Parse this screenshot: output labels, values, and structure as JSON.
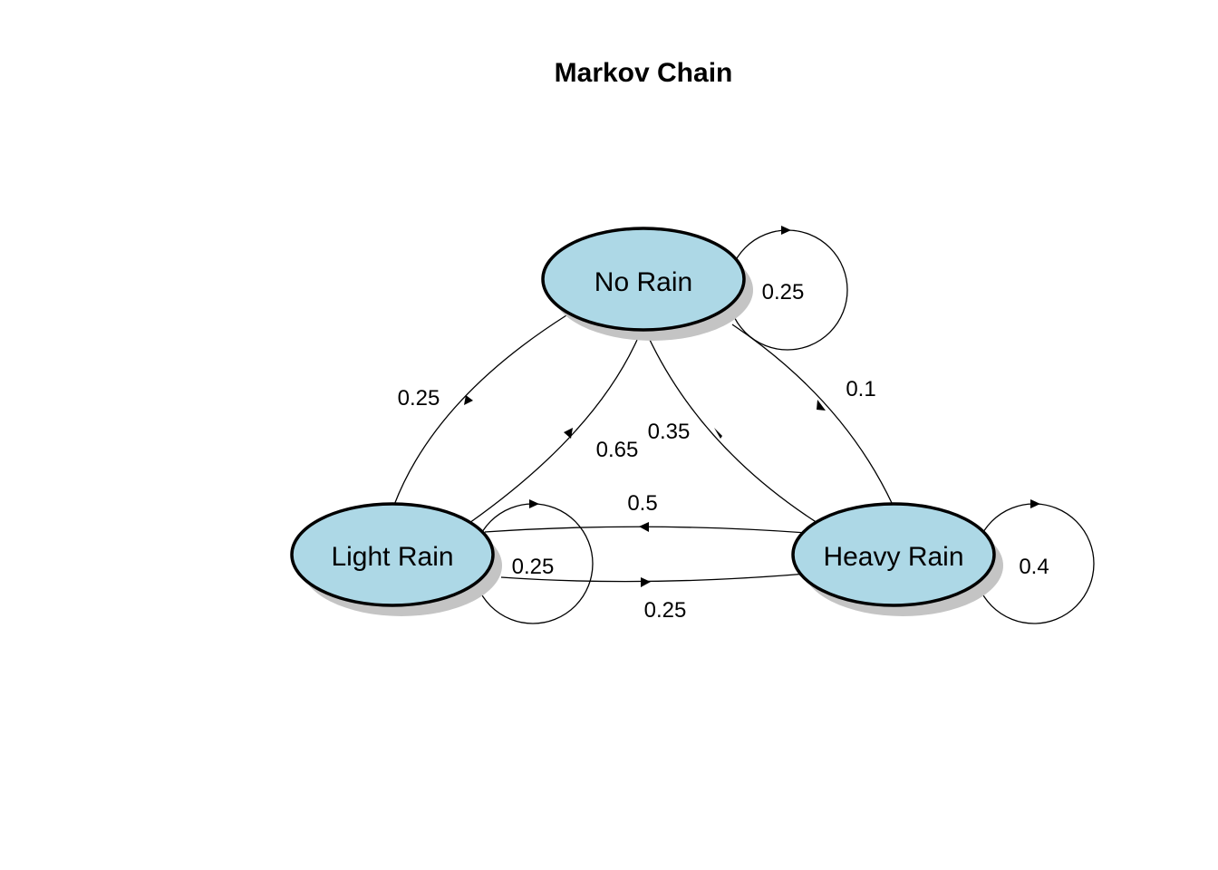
{
  "title": "Markov Chain",
  "node_fill": "#add8e6",
  "shadow_color": "#c4c4c4",
  "nodes": {
    "no_rain": "No Rain",
    "light_rain": "Light Rain",
    "heavy_rain": "Heavy Rain"
  },
  "transitions": {
    "no_rain_to_no_rain": "0.25",
    "no_rain_to_light_rain": "0.25",
    "light_rain_to_no_rain": "0.65",
    "no_rain_to_heavy_rain": "0.35",
    "heavy_rain_to_no_rain": "0.1",
    "heavy_rain_to_light_rain": "0.5",
    "light_rain_to_heavy_rain": "0.25",
    "light_rain_to_light_rain": "0.25",
    "heavy_rain_to_heavy_rain": "0.4"
  }
}
